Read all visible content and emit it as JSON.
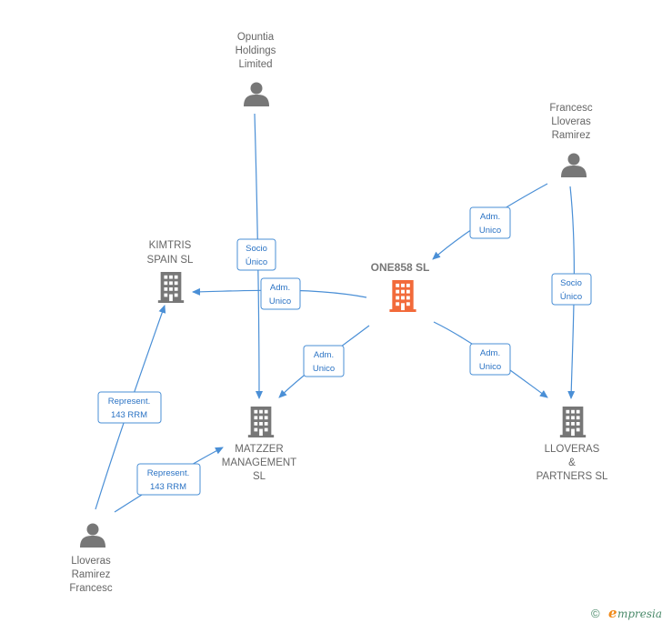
{
  "diagram": {
    "nodes": {
      "opuntia": {
        "type": "person",
        "lines": [
          "Opuntia",
          "Holdings",
          "Limited"
        ]
      },
      "francesc_ramirez": {
        "type": "person",
        "lines": [
          "Francesc",
          "Lloveras",
          "Ramirez"
        ]
      },
      "kimtris": {
        "type": "company",
        "lines": [
          "KIMTRIS",
          "SPAIN  SL"
        ]
      },
      "one858": {
        "type": "company-main",
        "lines": [
          "ONE858  SL"
        ]
      },
      "matzzer": {
        "type": "company",
        "lines": [
          "MATZZER",
          "MANAGEMENT",
          "SL"
        ]
      },
      "lloveras_partners": {
        "type": "company",
        "lines": [
          "LLOVERAS",
          "&",
          "PARTNERS  SL"
        ]
      },
      "lloveras_francesc": {
        "type": "person",
        "lines": [
          "Lloveras",
          "Ramirez",
          "Francesc"
        ]
      }
    },
    "edges": [
      {
        "from": "opuntia",
        "to": "matzzer",
        "label": [
          "Socio",
          "Único"
        ]
      },
      {
        "from": "one858",
        "to": "kimtris",
        "label": [
          "Adm.",
          "Unico"
        ]
      },
      {
        "from": "francesc_ramirez",
        "to": "one858",
        "label": [
          "Adm.",
          "Unico"
        ]
      },
      {
        "from": "francesc_ramirez",
        "to": "lloveras_partners",
        "label": [
          "Socio",
          "Único"
        ]
      },
      {
        "from": "one858",
        "to": "matzzer",
        "label": [
          "Adm.",
          "Unico"
        ]
      },
      {
        "from": "one858",
        "to": "lloveras_partners",
        "label": [
          "Adm.",
          "Unico"
        ]
      },
      {
        "from": "lloveras_francesc",
        "to": "kimtris",
        "label": [
          "Represent.",
          "143 RRM"
        ]
      },
      {
        "from": "lloveras_francesc",
        "to": "matzzer",
        "label": [
          "Represent.",
          "143 RRM"
        ]
      }
    ],
    "colors": {
      "edge": "#4a8fd6",
      "icon": "#777777",
      "main_icon": "#f26a3a"
    }
  },
  "watermark": {
    "copyright": "©",
    "brand_e": "e",
    "brand_rest": "mpresia"
  }
}
